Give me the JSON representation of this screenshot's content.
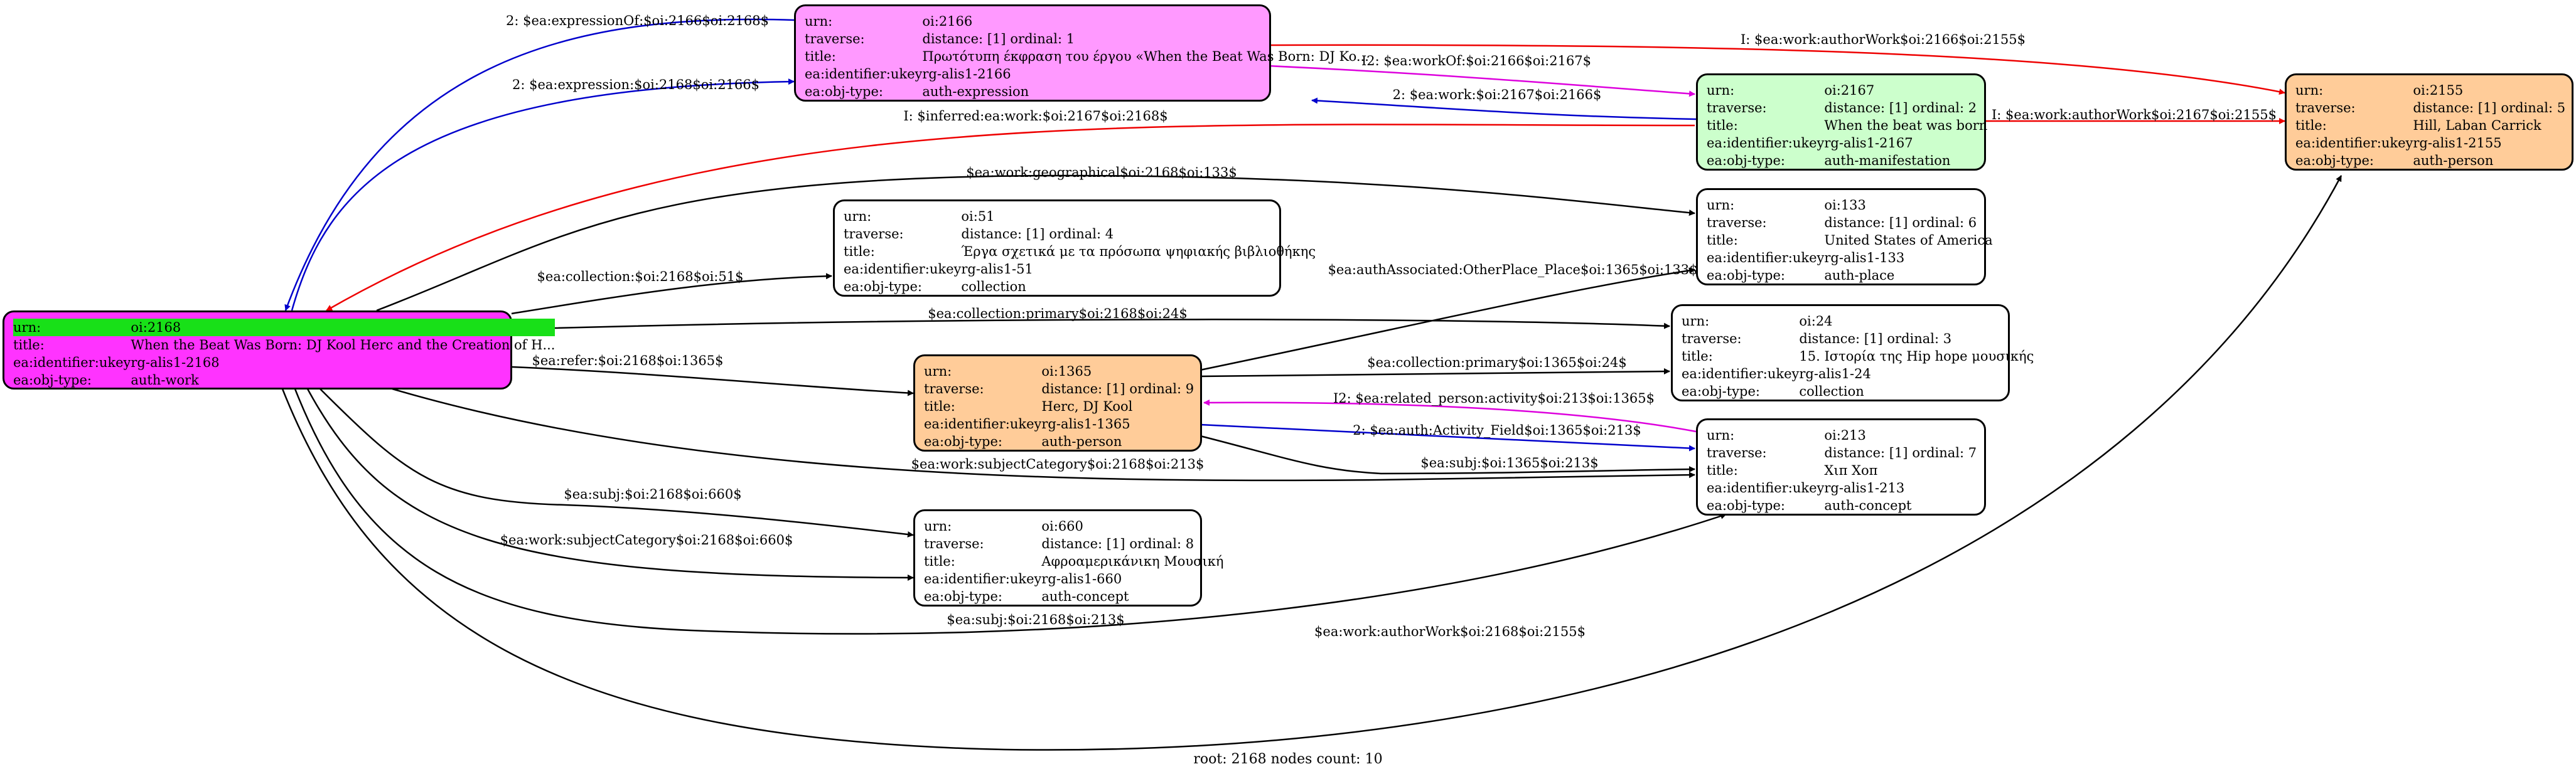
{
  "footer": "root: 2168 nodes count: 10",
  "nodes": {
    "n2168": {
      "urn_label": "urn:",
      "urn": "oi:2168",
      "title_label": "title:",
      "title": "When the Beat Was Born: DJ Kool Herc and the Creation of H...",
      "ukey_label": "ea:identifier:ukey",
      "ukey": "rg-alis1-2168",
      "type_label": "ea:obj-type:",
      "type": "auth-work",
      "fill": "#ff33ff"
    },
    "n2166": {
      "urn_label": "urn:",
      "urn": "oi:2166",
      "traverse_label": "traverse:",
      "distance": "distance: [1]",
      "ordinal": "ordinal: 1",
      "title_label": "title:",
      "title": "Πρωτότυπη έκφραση του έργου «When the Beat Was Born: DJ Ko...",
      "ukey_label": "ea:identifier:ukey",
      "ukey": "rg-alis1-2166",
      "type_label": "ea:obj-type:",
      "type": "auth-expression",
      "fill": "#ff99ff"
    },
    "n2167": {
      "urn_label": "urn:",
      "urn": "oi:2167",
      "traverse_label": "traverse:",
      "distance": "distance: [1]",
      "ordinal": "ordinal: 2",
      "title_label": "title:",
      "title": "When the beat was born",
      "ukey_label": "ea:identifier:ukey",
      "ukey": "rg-alis1-2167",
      "type_label": "ea:obj-type:",
      "type": "auth-manifestation",
      "fill": "#ccffcc"
    },
    "n2155": {
      "urn_label": "urn:",
      "urn": "oi:2155",
      "traverse_label": "traverse:",
      "distance": "distance: [1]",
      "ordinal": "ordinal: 5",
      "title_label": "title:",
      "title": "Hill, Laban Carrick",
      "ukey_label": "ea:identifier:ukey",
      "ukey": "rg-alis1-2155",
      "type_label": "ea:obj-type:",
      "type": "auth-person",
      "fill": "#ffcc99"
    },
    "n51": {
      "urn_label": "urn:",
      "urn": "oi:51",
      "traverse_label": "traverse:",
      "distance": "distance: [1]",
      "ordinal": "ordinal: 4",
      "title_label": "title:",
      "title": "Έργα σχετικά με τα πρόσωπα ψηφιακής βιβλιοθήκης",
      "ukey_label": "ea:identifier:ukey",
      "ukey": "rg-alis1-51",
      "type_label": "ea:obj-type:",
      "type": "collection",
      "fill": "#ffffff"
    },
    "n133": {
      "urn_label": "urn:",
      "urn": "oi:133",
      "traverse_label": "traverse:",
      "distance": "distance: [1]",
      "ordinal": "ordinal: 6",
      "title_label": "title:",
      "title": "United States of America",
      "ukey_label": "ea:identifier:ukey",
      "ukey": "rg-alis1-133",
      "type_label": "ea:obj-type:",
      "type": "auth-place",
      "fill": "#ffffff"
    },
    "n24": {
      "urn_label": "urn:",
      "urn": "oi:24",
      "traverse_label": "traverse:",
      "distance": "distance: [1]",
      "ordinal": "ordinal: 3",
      "title_label": "title:",
      "title": "15. Ιστορία της Hip hope μουσικής",
      "ukey_label": "ea:identifier:ukey",
      "ukey": "rg-alis1-24",
      "type_label": "ea:obj-type:",
      "type": "collection",
      "fill": "#ffffff"
    },
    "n1365": {
      "urn_label": "urn:",
      "urn": "oi:1365",
      "traverse_label": "traverse:",
      "distance": "distance: [1]",
      "ordinal": "ordinal: 9",
      "title_label": "title:",
      "title": "Herc, DJ Kool",
      "ukey_label": "ea:identifier:ukey",
      "ukey": "rg-alis1-1365",
      "type_label": "ea:obj-type:",
      "type": "auth-person",
      "fill": "#ffcc99"
    },
    "n213": {
      "urn_label": "urn:",
      "urn": "oi:213",
      "traverse_label": "traverse:",
      "distance": "distance: [1]",
      "ordinal": "ordinal: 7",
      "title_label": "title:",
      "title": "Χιπ Χοπ",
      "ukey_label": "ea:identifier:ukey",
      "ukey": "rg-alis1-213",
      "type_label": "ea:obj-type:",
      "type": "auth-concept",
      "fill": "#ffffff"
    },
    "n660": {
      "urn_label": "urn:",
      "urn": "oi:660",
      "traverse_label": "traverse:",
      "distance": "distance: [1]",
      "ordinal": "ordinal: 8",
      "title_label": "title:",
      "title": "Αφροαμερικάνικη Μουσική",
      "ukey_label": "ea:identifier:ukey",
      "ukey": "rg-alis1-660",
      "type_label": "ea:obj-type:",
      "type": "auth-concept",
      "fill": "#ffffff"
    }
  },
  "edges": [
    {
      "label": "2: $ea:expressionOf:$oi:2166$oi:2168$",
      "color": "#0000cc"
    },
    {
      "label": "2: $ea:expression:$oi:2168$oi:2166$",
      "color": "#0000cc"
    },
    {
      "label": "I: $ea:work:authorWork$oi:2166$oi:2155$",
      "color": "#ee0000"
    },
    {
      "label": "I2: $ea:workOf:$oi:2166$oi:2167$",
      "color": "#dd00dd"
    },
    {
      "label": "2: $ea:work:$oi:2167$oi:2166$",
      "color": "#0000cc"
    },
    {
      "label": "I: $ea:work:authorWork$oi:2167$oi:2155$",
      "color": "#ee0000"
    },
    {
      "label": "I: $inferred:ea:work:$oi:2167$oi:2168$",
      "color": "#ee0000"
    },
    {
      "label": "$ea:work:geographical$oi:2168$oi:133$",
      "color": "#000000"
    },
    {
      "label": "$ea:collection:$oi:2168$oi:51$",
      "color": "#000000"
    },
    {
      "label": "$ea:authAssociated:OtherPlace_Place$oi:1365$oi:133$",
      "color": "#000000"
    },
    {
      "label": "$ea:collection:primary$oi:2168$oi:24$",
      "color": "#000000"
    },
    {
      "label": "$ea:refer:$oi:2168$oi:1365$",
      "color": "#000000"
    },
    {
      "label": "$ea:collection:primary$oi:1365$oi:24$",
      "color": "#000000"
    },
    {
      "label": "I2: $ea:related_person:activity$oi:213$oi:1365$",
      "color": "#dd00dd"
    },
    {
      "label": "2: $ea:auth:Activity_Field$oi:1365$oi:213$",
      "color": "#0000cc"
    },
    {
      "label": "$ea:subj:$oi:1365$oi:213$",
      "color": "#000000"
    },
    {
      "label": "$ea:work:subjectCategory$oi:2168$oi:213$",
      "color": "#000000"
    },
    {
      "label": "$ea:subj:$oi:2168$oi:660$",
      "color": "#000000"
    },
    {
      "label": "$ea:work:subjectCategory$oi:2168$oi:660$",
      "color": "#000000"
    },
    {
      "label": "$ea:subj:$oi:2168$oi:213$",
      "color": "#000000"
    },
    {
      "label": "$ea:work:authorWork$oi:2168$oi:2155$",
      "color": "#000000"
    }
  ]
}
